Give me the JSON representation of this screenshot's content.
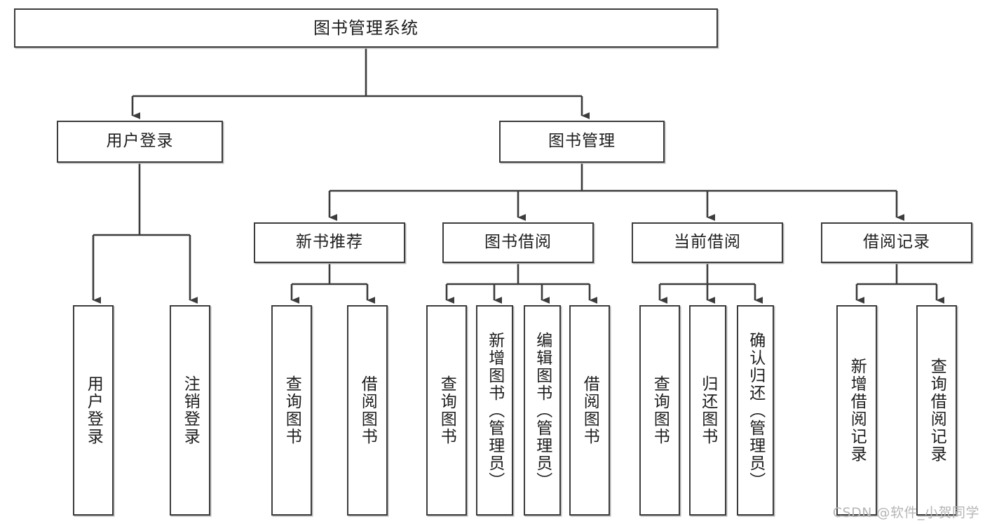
{
  "diagram": {
    "title": "图书管理系统",
    "type": "hierarchy-tree",
    "levels": 4,
    "colors": {
      "box_border": "#3c3c3c",
      "box_fill": "#ffffff",
      "connector": "#3c3c3c",
      "shadow": "#b9b9b9",
      "text": "#1d1d1d",
      "watermark": "#b6b6b6"
    }
  },
  "nodes": {
    "root": {
      "label": "图书管理系统"
    },
    "level2": [
      {
        "label": "用户登录"
      },
      {
        "label": "图书管理"
      }
    ],
    "level3": [
      {
        "label": "新书推荐"
      },
      {
        "label": "图书借阅"
      },
      {
        "label": "当前借阅"
      },
      {
        "label": "借阅记录"
      }
    ],
    "leaves": [
      {
        "label": "用户登录",
        "parent": "用户登录"
      },
      {
        "label": "注销登录",
        "parent": "用户登录"
      },
      {
        "label": "查询图书",
        "parent": "新书推荐"
      },
      {
        "label": "借阅图书",
        "parent": "新书推荐"
      },
      {
        "label": "查询图书",
        "parent": "图书借阅"
      },
      {
        "label": "新增图书（管理员）",
        "parent": "图书借阅"
      },
      {
        "label": "编辑图书（管理员）",
        "parent": "图书借阅"
      },
      {
        "label": "借阅图书",
        "parent": "图书借阅"
      },
      {
        "label": "查询图书",
        "parent": "当前借阅"
      },
      {
        "label": "归还图书",
        "parent": "当前借阅"
      },
      {
        "label": "确认归还（管理员）",
        "parent": "当前借阅"
      },
      {
        "label": "新增借阅记录",
        "parent": "借阅记录"
      },
      {
        "label": "查询借阅记录",
        "parent": "借阅记录"
      }
    ]
  },
  "watermark": {
    "text": "CSDN @软件_小贺同学"
  }
}
